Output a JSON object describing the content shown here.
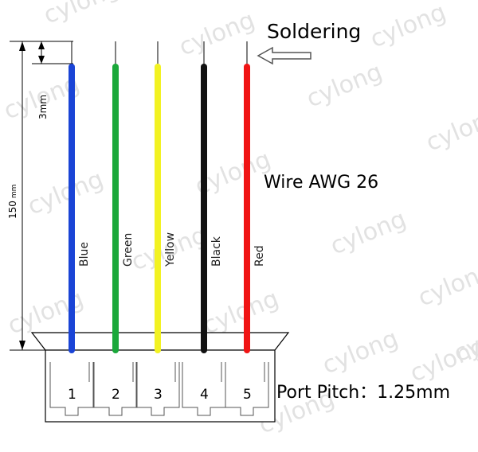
{
  "title": "Soldering",
  "wire_spec": "Wire AWG 26",
  "port_pitch": "Port Pitch：1.25mm",
  "dimensions": {
    "total_length": "150",
    "total_unit": "mm",
    "strip_length": "3mm"
  },
  "wires": [
    {
      "label": "Blue",
      "color": "#1a44d6",
      "pin": "1"
    },
    {
      "label": "Green",
      "color": "#1aa83a",
      "pin": "2"
    },
    {
      "label": "Yellow",
      "color": "#f2f222",
      "pin": "3"
    },
    {
      "label": "Black",
      "color": "#111111",
      "pin": "4"
    },
    {
      "label": "Red",
      "color": "#f01414",
      "pin": "5"
    }
  ],
  "watermark": "cylong"
}
